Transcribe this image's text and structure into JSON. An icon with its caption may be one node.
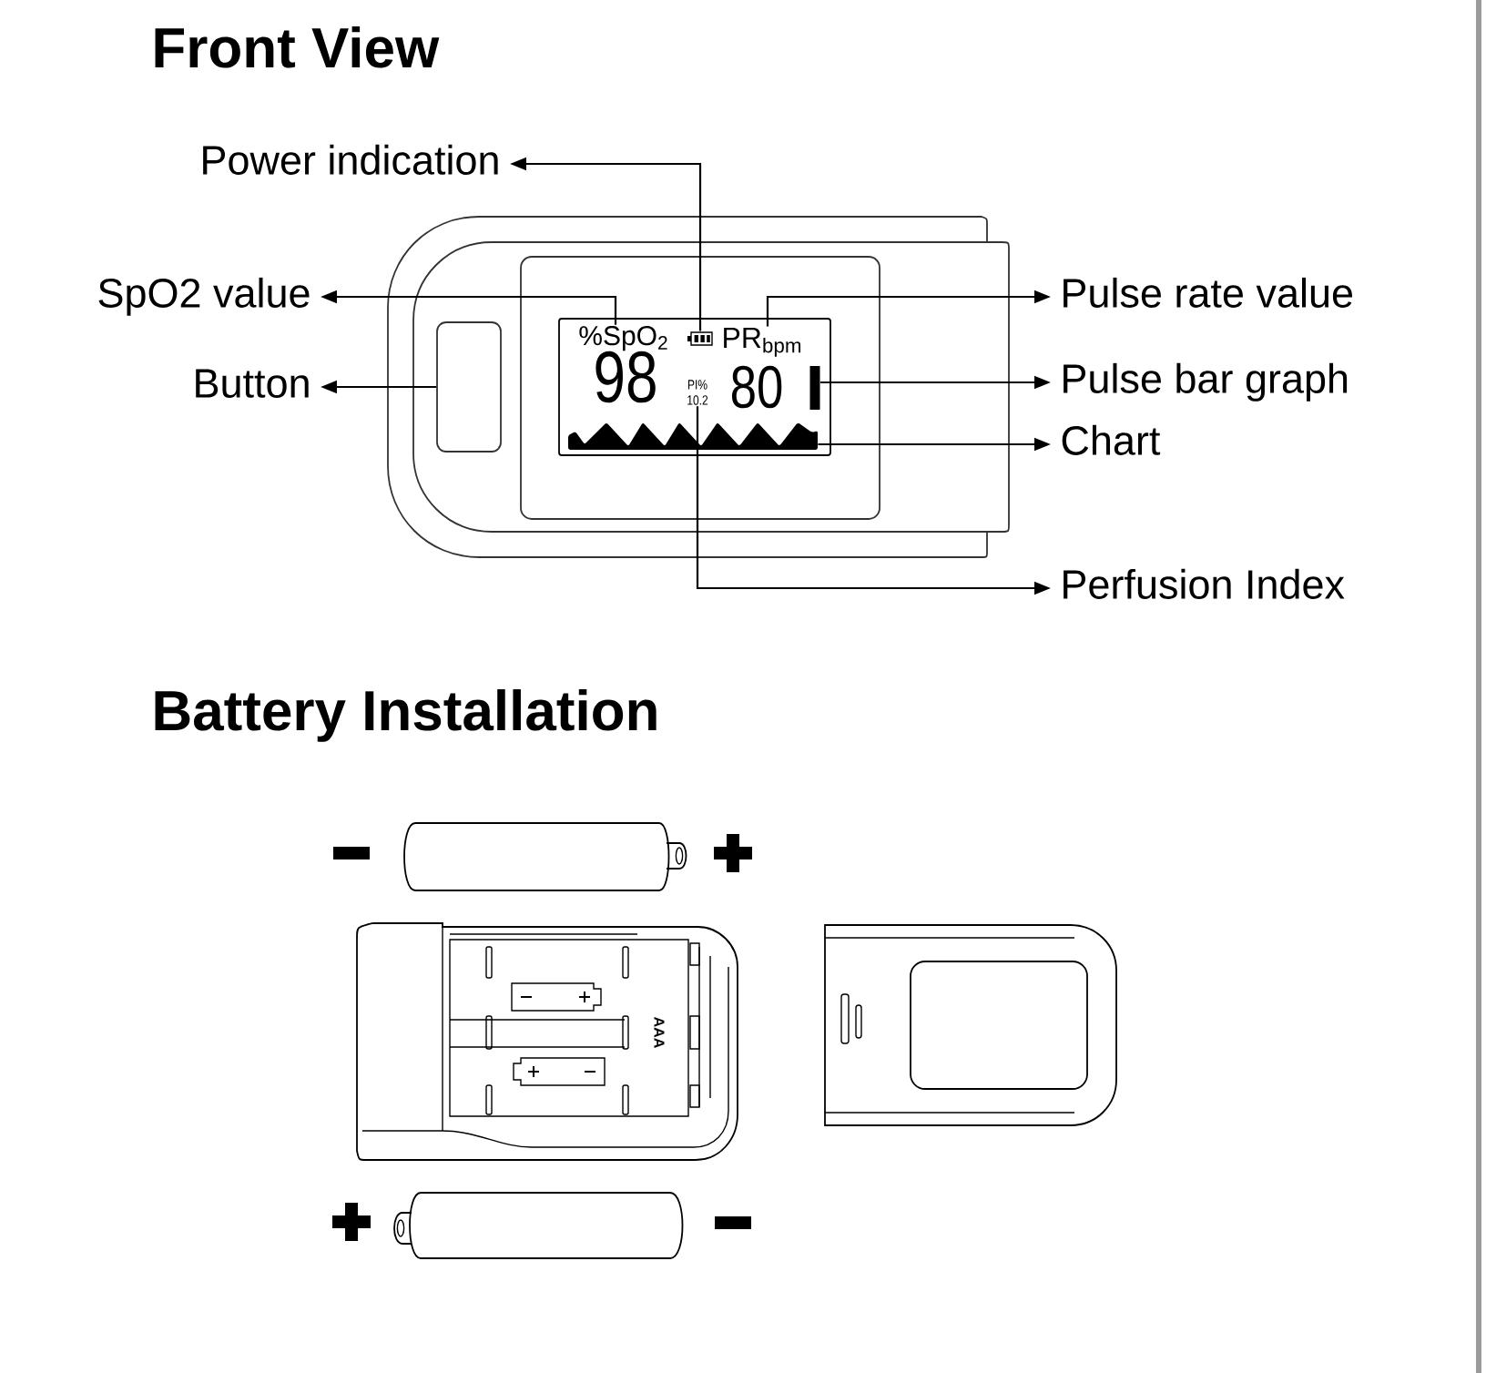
{
  "diagram": {
    "nodes": [
      {
        "text": [
          "Power indication"
        ]
      },
      {
        "text": [
          "SpO2 value"
        ]
      },
      {
        "text": [
          "Button"
        ]
      },
      {
        "text": [
          "Pulse rate value"
        ]
      },
      {
        "text": [
          "Pulse bar graph"
        ]
      },
      {
        "text": [
          "Chart"
        ]
      },
      {
        "text": [
          "Perfusion Index"
        ]
      },
      {
        "text": [],
        "shape": "box"
      },
      {
        "text": [
          "98",
          "80"
        ]
      },
      {
        "text": [
          "%SpO$_{2}$"
        ],
        "in": 8
      },
      {
        "text": [],
        "shape": "picture",
        "in": 8
      },
      {
        "text": [
          "PR$_{bpm}$"
        ],
        "in": 8
      },
      {
        "text": [
          "PI% 10.2"
        ],
        "in": 8
      },
      {
        "text": [],
        "shape": "bar",
        "in": 8
      },
      {
        "text": [],
        "shape": "picture",
        "in": 8
      }
    ],
    "edges": [
      {
        "from": 10,
        "to": 0,
        "arrow": "to"
      },
      {
        "from": 9,
        "to": 1,
        "arrow": "to"
      },
      {
        "from": 7,
        "to": 2,
        "arrow": "to"
      },
      {
        "from": 11,
        "to": 3,
        "arrow": "to"
      },
      {
        "from": 13,
        "to": 4,
        "arrow": "to"
      },
      {
        "from": 14,
        "to": 5,
        "arrow": "to"
      },
      {
        "from": 12,
        "to": 6,
        "arrow": "to"
      }
    ],
    "labels": [
      "Front View",
      "Battery Installation",
      "AAA"
    ]
  }
}
